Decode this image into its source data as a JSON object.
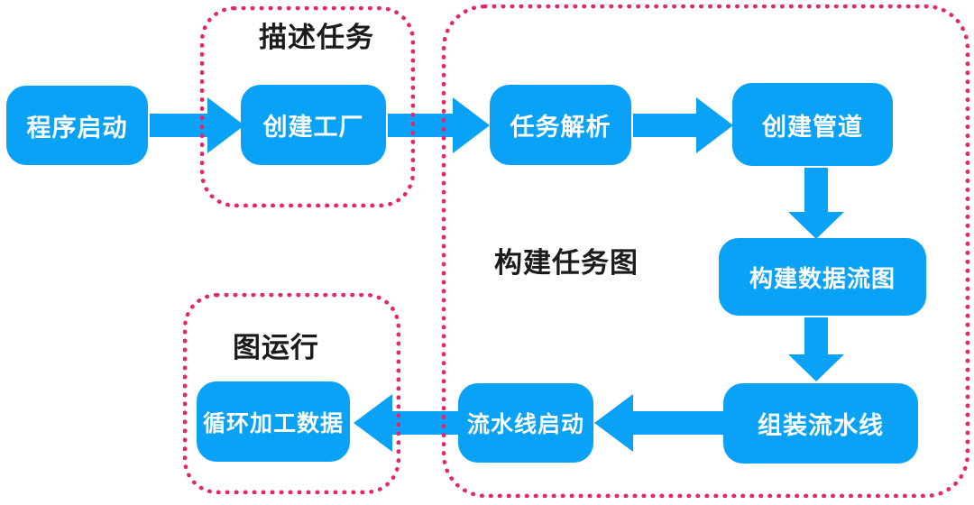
{
  "diagram": {
    "type": "flowchart",
    "colors": {
      "node_fill": "#0aa2f6",
      "node_text": "#ffffff",
      "group_border": "#e8256b",
      "group_label_text": "#1b1b1b",
      "background": "#ffffff"
    },
    "groups": [
      {
        "id": "describe-task",
        "label": "描述任务"
      },
      {
        "id": "build-task-graph",
        "label": "构建任务图"
      },
      {
        "id": "graph-run",
        "label": "图运行"
      }
    ],
    "nodes": [
      {
        "id": "program-start",
        "label": "程序启动",
        "group": null
      },
      {
        "id": "create-factory",
        "label": "创建工厂",
        "group": "describe-task"
      },
      {
        "id": "task-parse",
        "label": "任务解析",
        "group": "build-task-graph"
      },
      {
        "id": "create-pipeline",
        "label": "创建管道",
        "group": "build-task-graph"
      },
      {
        "id": "build-dataflow-graph",
        "label": "构建数据流图",
        "group": "build-task-graph"
      },
      {
        "id": "assemble-pipeline",
        "label": "组装流水线",
        "group": "build-task-graph"
      },
      {
        "id": "pipeline-start",
        "label": "流水线启动",
        "group": "build-task-graph"
      },
      {
        "id": "loop-process-data",
        "label": "循环加工数据",
        "group": "graph-run"
      }
    ],
    "edges": [
      {
        "from": "program-start",
        "to": "create-factory",
        "direction": "right"
      },
      {
        "from": "create-factory",
        "to": "task-parse",
        "direction": "right"
      },
      {
        "from": "task-parse",
        "to": "create-pipeline",
        "direction": "right"
      },
      {
        "from": "create-pipeline",
        "to": "build-dataflow-graph",
        "direction": "down"
      },
      {
        "from": "build-dataflow-graph",
        "to": "assemble-pipeline",
        "direction": "down"
      },
      {
        "from": "assemble-pipeline",
        "to": "pipeline-start",
        "direction": "left"
      },
      {
        "from": "pipeline-start",
        "to": "loop-process-data",
        "direction": "left"
      }
    ]
  }
}
